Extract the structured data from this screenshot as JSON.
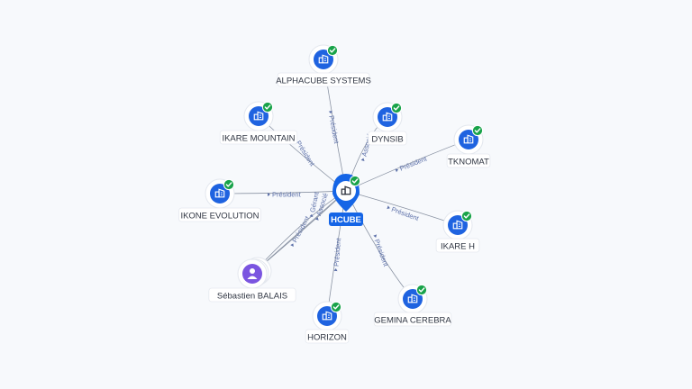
{
  "colors": {
    "background": "#f7f9fc",
    "company_icon": "#1f63e0",
    "check_badge": "#19a34a",
    "person_icon": "#7b55e0",
    "center_pin": "#1565e6",
    "edge_line": "#8a93a3",
    "edge_label": "#5b6fa8"
  },
  "center": {
    "label": "HCUBE",
    "icon": "company-icon"
  },
  "nodes": [
    {
      "id": "alphacube",
      "label": "ALPHACUBE SYSTEMS",
      "type": "company",
      "verified": true
    },
    {
      "id": "ikare-mountain",
      "label": "IKARE MOUNTAIN",
      "type": "company",
      "verified": true
    },
    {
      "id": "dynsib",
      "label": "DYNSIB",
      "type": "company",
      "verified": true
    },
    {
      "id": "tknomat",
      "label": "TKNOMAT",
      "type": "company",
      "verified": true
    },
    {
      "id": "ikone-evolution",
      "label": "IKONE EVOLUTION",
      "type": "company",
      "verified": true
    },
    {
      "id": "ikare-h",
      "label": "IKARE H",
      "type": "company",
      "verified": true
    },
    {
      "id": "sebastien",
      "label": "Sébastien BALAIS",
      "type": "person",
      "verified": false
    },
    {
      "id": "horizon",
      "label": "HORIZON",
      "type": "company",
      "verified": true
    },
    {
      "id": "gemina",
      "label": "GEMINA CEREBRA",
      "type": "company",
      "verified": true
    }
  ],
  "edges": [
    {
      "target": "alphacube",
      "label": "Président"
    },
    {
      "target": "ikare-mountain",
      "label": "Président"
    },
    {
      "target": "dynsib",
      "label": "Associé"
    },
    {
      "target": "tknomat",
      "label": "Président"
    },
    {
      "target": "ikone-evolution",
      "label": "Président"
    },
    {
      "target": "ikare-h",
      "label": "Président"
    },
    {
      "target": "sebastien",
      "label": "Président"
    },
    {
      "target": "sebastien",
      "label": "Gérant"
    },
    {
      "target": "sebastien",
      "label": "Associé"
    },
    {
      "target": "horizon",
      "label": "Président"
    },
    {
      "target": "gemina",
      "label": "Président"
    }
  ]
}
